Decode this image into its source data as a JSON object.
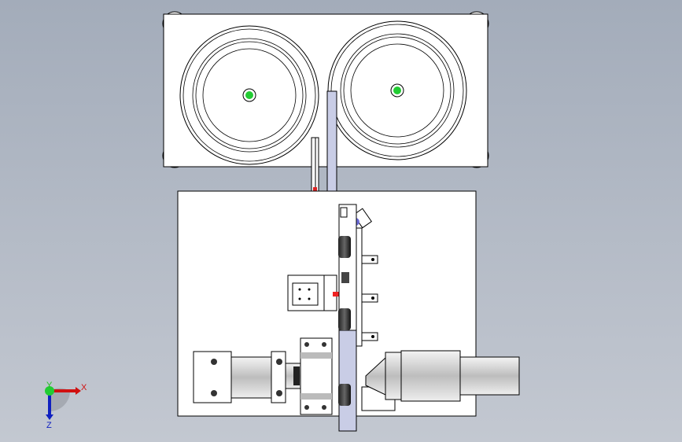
{
  "triad": {
    "x_label": "X",
    "y_label": "Y",
    "z_label": "Z"
  },
  "colors": {
    "x_axis": "#d01010",
    "y_axis": "#20c020",
    "z_axis": "#1020c0",
    "background_top": "#a3acba",
    "background_bottom": "#c3c8d1"
  }
}
